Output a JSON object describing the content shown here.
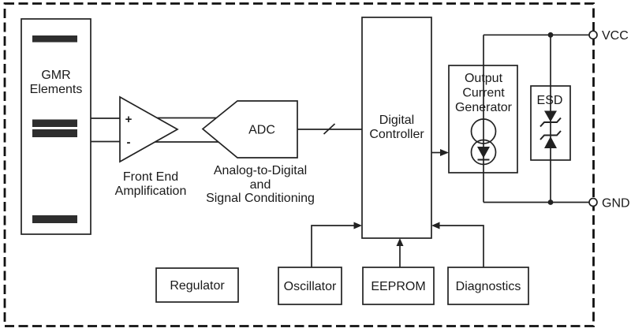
{
  "colors": {
    "background": "#ffffff",
    "line": "#222222",
    "text": "#1a1a1a",
    "gmr_bar_fill": "#2e2e2e"
  },
  "blocks": {
    "gmr": {
      "line1": "GMR",
      "line2": "Elements"
    },
    "amplifier": {
      "plus": "+",
      "minus": "-",
      "caption_line1": "Front End",
      "caption_line2": "Amplification"
    },
    "adc": {
      "label": "ADC",
      "caption_line1": "Analog-to-Digital",
      "caption_line2": "and",
      "caption_line3": "Signal Conditioning"
    },
    "digital_controller": {
      "line1": "Digital",
      "line2": "Controller"
    },
    "output_current_generator": {
      "line1": "Output",
      "line2": "Current",
      "line3": "Generator"
    },
    "esd": {
      "label": "ESD"
    },
    "regulator": {
      "label": "Regulator"
    },
    "oscillator": {
      "label": "Oscillator"
    },
    "eeprom": {
      "label": "EEPROM"
    },
    "diagnostics": {
      "label": "Diagnostics"
    }
  },
  "terminals": {
    "vcc": {
      "label": "VCC"
    },
    "gnd": {
      "label": "GND"
    }
  }
}
